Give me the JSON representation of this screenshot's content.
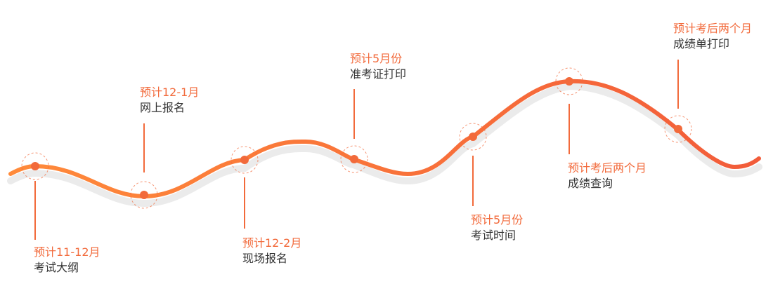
{
  "colors": {
    "accent": "#f26a3b",
    "curve_start": "#ff8a3a",
    "curve_end": "#f25c3a",
    "shadow": "#ebebeb",
    "event_text": "#333333"
  },
  "milestones": [
    {
      "date": "预计11-12月",
      "event": "考试大纲"
    },
    {
      "date": "预计12-1月",
      "event": "网上报名"
    },
    {
      "date": "预计12-2月",
      "event": "现场报名"
    },
    {
      "date": "预计5月份",
      "event": "准考证打印"
    },
    {
      "date": "预计5月份",
      "event": "考试时间"
    },
    {
      "date": "预计考后两个月",
      "event": "成绩查询"
    },
    {
      "date": "预计考后两个月",
      "event": "成绩单打印"
    }
  ]
}
